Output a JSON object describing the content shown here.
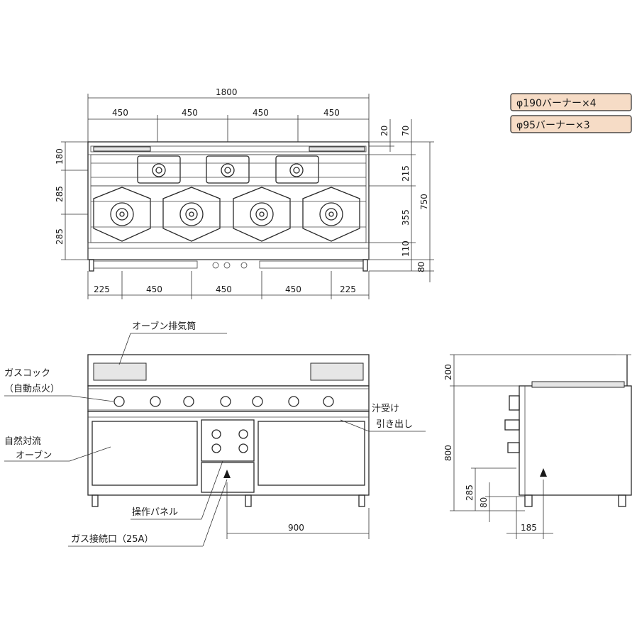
{
  "badges": [
    "φ190バーナー×4",
    "φ95バーナー×3"
  ],
  "top_view": {
    "dims_top": [
      "1800",
      "450",
      "450",
      "450",
      "450"
    ],
    "dims_left": [
      "180",
      "285",
      "285"
    ],
    "dims_right_inner": [
      "20",
      "70",
      "215",
      "355",
      "110",
      "80"
    ],
    "dims_right_outer": "750",
    "dims_bottom": [
      "225",
      "450",
      "450",
      "450",
      "225"
    ]
  },
  "front_view": {
    "labels": {
      "oven_flue": "オーブン排気筒",
      "gas_cock_1": "ガスコック",
      "gas_cock_2": "（自動点火）",
      "oven_1": "自然対流",
      "oven_2": "オーブン",
      "drip_1": "汁受け",
      "drip_2": "引き出し",
      "panel": "操作パネル",
      "gas_inlet": "ガス接続口（25A）"
    },
    "dim_bottom": "900"
  },
  "side_view": {
    "dims": [
      "200",
      "800",
      "285",
      "80",
      "185"
    ]
  },
  "colors": {
    "badge_fill": "#f6dcc6",
    "line": "#2a2a2a"
  }
}
